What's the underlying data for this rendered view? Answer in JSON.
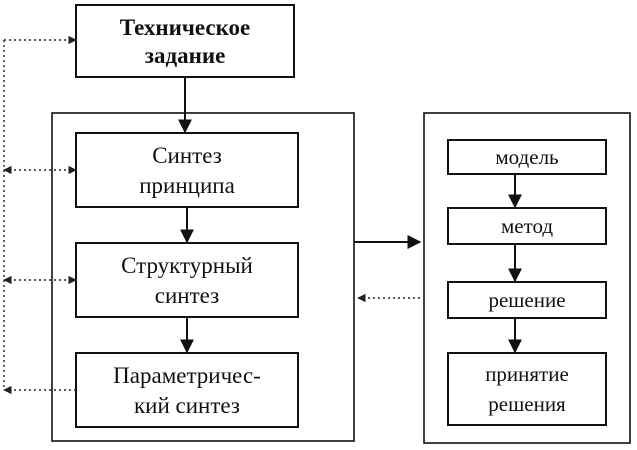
{
  "diagram": {
    "tz": {
      "line1": "Техническое",
      "line2": "задание"
    },
    "synthesis_stages": [
      {
        "line1": "Синтез",
        "line2": "принципа"
      },
      {
        "line1": "Структурный",
        "line2": "синтез"
      },
      {
        "line1": "Параметричес-",
        "line2": "кий синтез"
      }
    ],
    "solution_steps": [
      {
        "line1": "модель",
        "line2": ""
      },
      {
        "line1": "метод",
        "line2": ""
      },
      {
        "line1": "решение",
        "line2": ""
      },
      {
        "line1": "принятие",
        "line2": "решения"
      }
    ],
    "colors": {
      "stroke": "#111111",
      "background": "#ffffff"
    }
  }
}
